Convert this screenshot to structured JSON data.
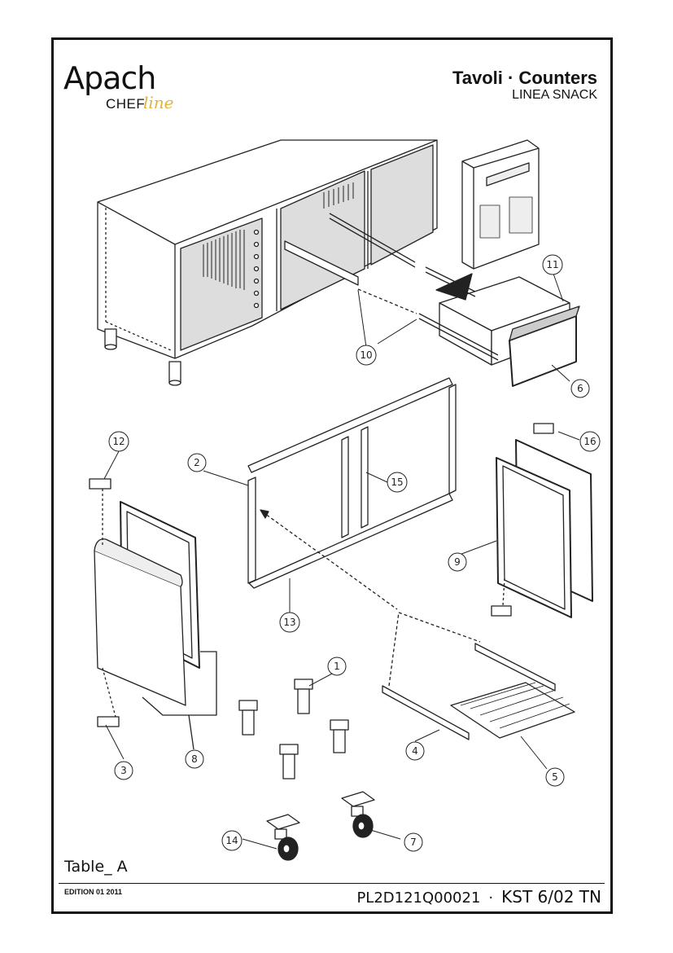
{
  "header": {
    "brand": "Apach",
    "brand_sub": "CHEF",
    "brand_script": "line",
    "title": "Tavoli · Counters",
    "subtitle": "LINEA SNACK"
  },
  "diagram": {
    "callouts": [
      {
        "id": "c1",
        "label": "1"
      },
      {
        "id": "c2",
        "label": "2"
      },
      {
        "id": "c3",
        "label": "3"
      },
      {
        "id": "c4",
        "label": "4"
      },
      {
        "id": "c5",
        "label": "5"
      },
      {
        "id": "c6",
        "label": "6"
      },
      {
        "id": "c7",
        "label": "7"
      },
      {
        "id": "c8",
        "label": "8"
      },
      {
        "id": "c9",
        "label": "9"
      },
      {
        "id": "c10",
        "label": "10"
      },
      {
        "id": "c11",
        "label": "11"
      },
      {
        "id": "c12",
        "label": "12"
      },
      {
        "id": "c13",
        "label": "13"
      },
      {
        "id": "c14",
        "label": "14"
      },
      {
        "id": "c15",
        "label": "15"
      },
      {
        "id": "c16",
        "label": "16"
      }
    ]
  },
  "footer": {
    "table_label": "Table_ A",
    "edition": "EDITION 01 2011",
    "part_code": "PL2D121Q00021",
    "separator": "·",
    "model": "KST 6/02 TN"
  }
}
